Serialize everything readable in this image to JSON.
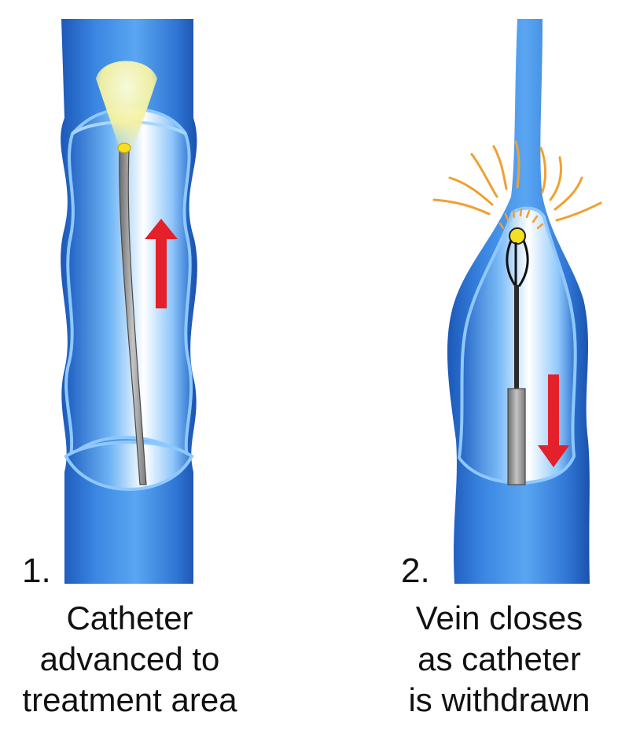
{
  "panels": [
    {
      "number": "1.",
      "caption": [
        "Catheter",
        "advanced to",
        "treatment area"
      ],
      "arrow_direction": "up"
    },
    {
      "number": "2.",
      "caption": [
        "Vein closes",
        "as catheter",
        "is withdrawn"
      ],
      "arrow_direction": "down"
    }
  ],
  "colors": {
    "vein_dark": "#1f63c4",
    "vein_mid": "#3d8be6",
    "vein_light": "#9fd0ff",
    "lumen": "#ffffff",
    "catheter": "#8c8c8c",
    "arrow": "#e4202a",
    "glow": "#fff7a8",
    "tip": "#f4e020",
    "heat_rays": "#f0a030"
  }
}
